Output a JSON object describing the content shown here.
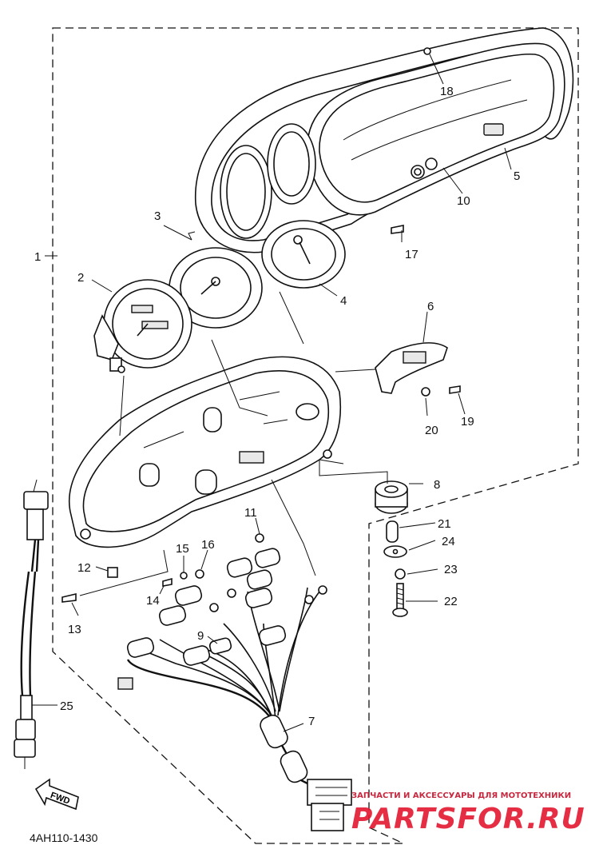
{
  "diagram_code": "4AH110-1430",
  "direction_label": "FWD",
  "watermark": {
    "tagline": "ЗАПЧАСТИ И АКСЕССУАРЫ ДЛЯ МОТОТЕХНИКИ",
    "logo": "PARTSFOR.RU"
  },
  "callouts": [
    "1",
    "2",
    "3",
    "4",
    "5",
    "6",
    "7",
    "8",
    "9",
    "10",
    "11",
    "12",
    "13",
    "14",
    "15",
    "16",
    "17",
    "18",
    "19",
    "20",
    "21",
    "22",
    "23",
    "24",
    "25"
  ],
  "colors": {
    "line": "#111111",
    "watermark": "#e3172f"
  }
}
